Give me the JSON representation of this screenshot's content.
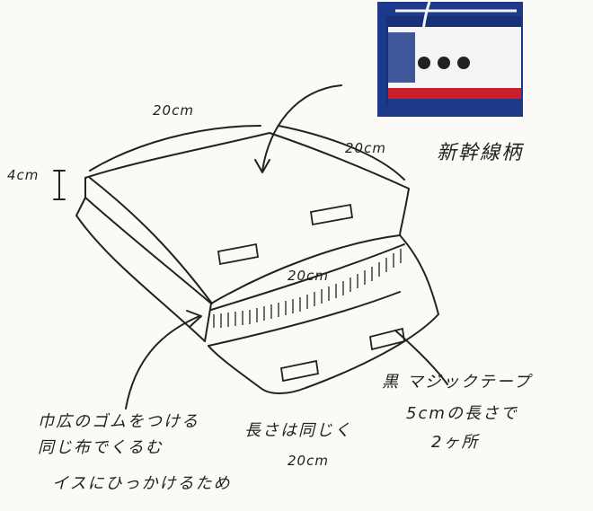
{
  "dimensions": {
    "top_width": "20cm",
    "top_depth": "20cm",
    "height": "4cm",
    "flap_width": "20cm"
  },
  "swatch_label": "新幹線柄",
  "notes": {
    "elastic": {
      "line1": "巾広のゴムをつける",
      "line2": "同じ布でくるむ",
      "line3": "イスにひっかけるため"
    },
    "length": {
      "line1": "長さは同じく",
      "line2": "20cm"
    },
    "velcro": {
      "line1": "黒 マジックテープ",
      "line2": "5cmの長さで",
      "line3": "2ヶ所"
    }
  },
  "colors": {
    "ink": "#222222",
    "swatch_navy": "#1d3a8a",
    "swatch_red": "#c8202a",
    "swatch_white": "#f4f4f4"
  }
}
